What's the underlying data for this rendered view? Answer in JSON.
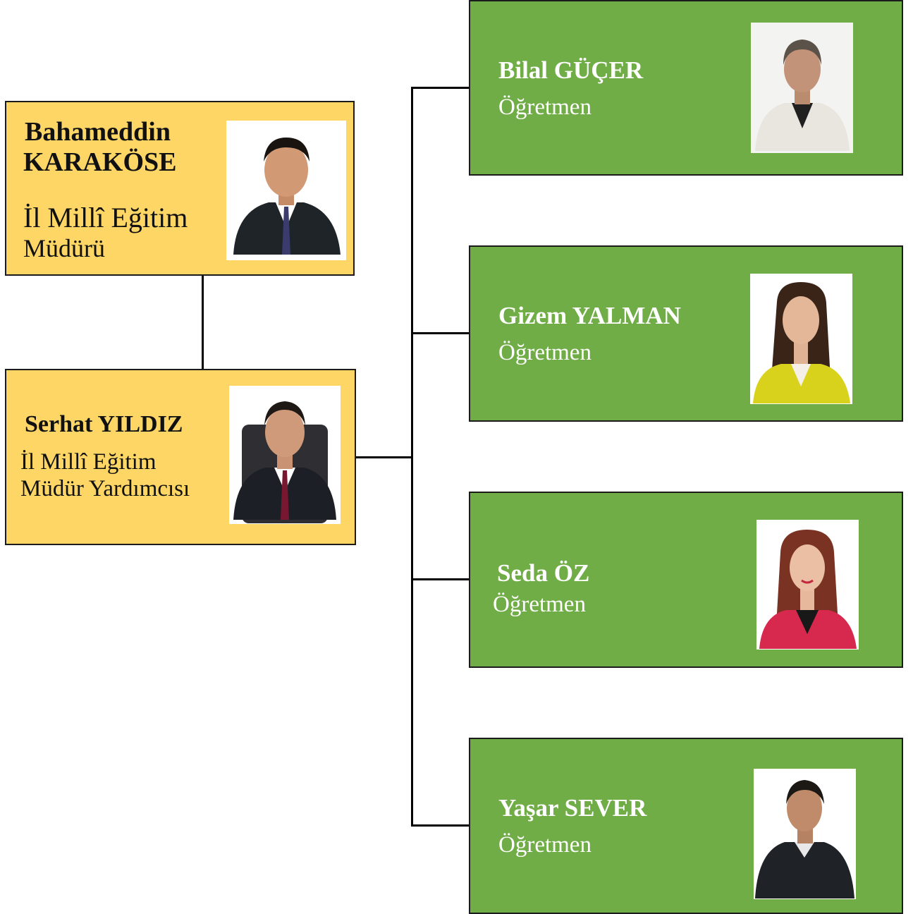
{
  "director": {
    "name_line1": "Bahameddin",
    "name_line2": "KARAKÖSE",
    "title_line1": "İl Millî Eğitim",
    "title_line2": "Müdürü",
    "photo_icon": "person-photo-icon"
  },
  "deputy": {
    "name": "Serhat YILDIZ",
    "title_line1": "İl Millî Eğitim",
    "title_line2": "Müdür Yardımcısı",
    "photo_icon": "person-photo-icon"
  },
  "teachers": [
    {
      "name": "Bilal GÜÇER",
      "title": "Öğretmen"
    },
    {
      "name": "Gizem YALMAN",
      "title": "Öğretmen"
    },
    {
      "name": "Seda ÖZ",
      "title": "Öğretmen"
    },
    {
      "name": "Yaşar SEVER",
      "title": "Öğretmen"
    }
  ],
  "colors": {
    "manager_box": "#fdd666",
    "teacher_box": "#70ad47",
    "connector": "#000000"
  }
}
